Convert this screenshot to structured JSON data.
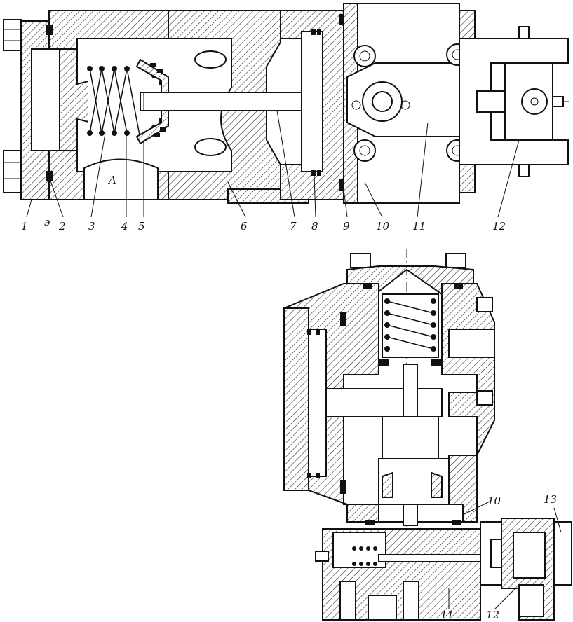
{
  "top_view": {
    "labels": [
      "1",
      "э",
      "2",
      "3",
      "4",
      "5",
      "6",
      "7",
      "8",
      "9",
      "10",
      "11",
      "12"
    ],
    "chamber_label": "A"
  },
  "bottom_view": {
    "labels": [
      "10",
      "11",
      "12",
      "13"
    ]
  }
}
